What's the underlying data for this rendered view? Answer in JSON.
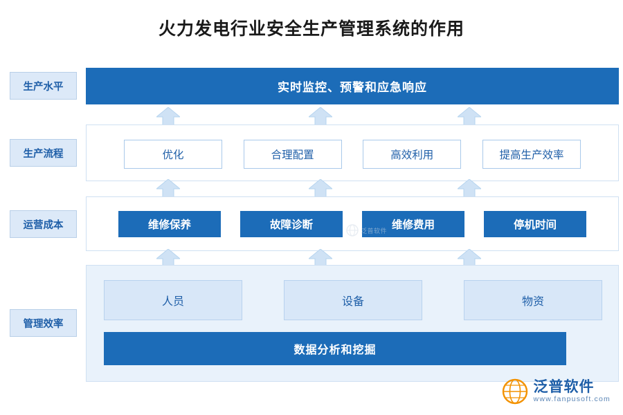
{
  "title": "火力发电行业安全生产管理系统的作用",
  "side_labels": [
    {
      "label": "生产水平"
    },
    {
      "label": "生产流程"
    },
    {
      "label": "运营成本"
    },
    {
      "label": "管理效率"
    }
  ],
  "banner": {
    "label": "实时监控、预警和应急响应"
  },
  "rows": {
    "flow": {
      "cells": [
        {
          "label": "优化"
        },
        {
          "label": "合理配置"
        },
        {
          "label": "高效利用"
        },
        {
          "label": "提高生产效率"
        }
      ]
    },
    "cost": {
      "cells": [
        {
          "label": "维修保养"
        },
        {
          "label": "故障诊断"
        },
        {
          "label": "维修费用"
        },
        {
          "label": "停机时间"
        }
      ]
    },
    "mgmt": {
      "cells": [
        {
          "label": "人员"
        },
        {
          "label": "设备"
        },
        {
          "label": "物资"
        }
      ],
      "bottom": {
        "label": "数据分析和挖掘"
      }
    }
  },
  "watermark": {
    "text": "泛普软件"
  },
  "logo": {
    "cn": "泛普软件",
    "en": "www.fanpusoft.com"
  },
  "colors": {
    "primary_blue": "#1c6cb8",
    "light_blue": "#dce9f8",
    "panel_blue": "#e9f2fb",
    "arrow_blue": "#cfe2f5",
    "text_blue": "#1f5fa8"
  }
}
